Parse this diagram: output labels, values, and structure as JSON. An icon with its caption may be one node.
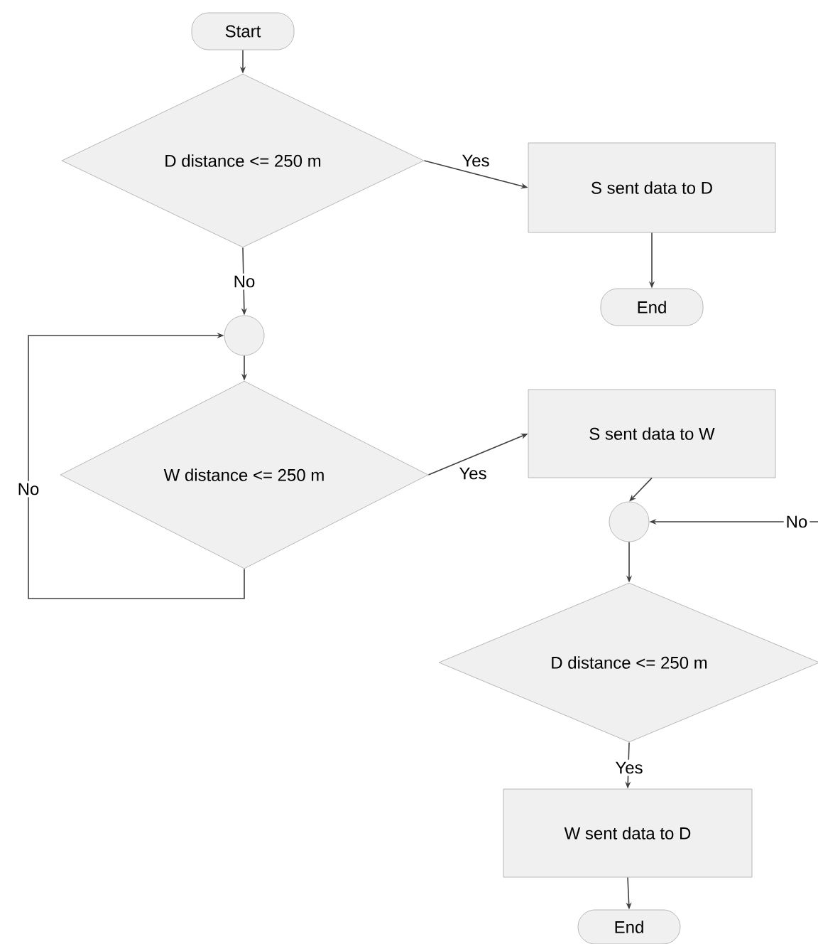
{
  "diagram": {
    "nodes": [
      {
        "text": [
          "Start"
        ]
      },
      {
        "text": [
          "D distance <= 250 m"
        ]
      },
      {
        "text": [
          "S sent data to D"
        ]
      },
      {
        "text": [
          "End"
        ]
      },
      {
        "text": [],
        "shape": "circle"
      },
      {
        "text": [
          "W distance <= 250 m"
        ]
      },
      {
        "text": [
          "S sent data to W"
        ]
      },
      {
        "text": [],
        "shape": "circle"
      },
      {
        "text": [
          "D distance <= 250 m"
        ]
      },
      {
        "text": [
          "W sent data to D"
        ]
      },
      {
        "text": [
          "End"
        ]
      }
    ],
    "edges": [
      {
        "from": 0,
        "to": 1,
        "arrow": "to"
      },
      {
        "from": 1,
        "to": 2,
        "arrow": "to",
        "label": "Yes"
      },
      {
        "from": 2,
        "to": 3,
        "arrow": "to"
      },
      {
        "from": 1,
        "to": 4,
        "arrow": "to",
        "label": "No"
      },
      {
        "from": 4,
        "to": 5,
        "arrow": "to"
      },
      {
        "from": 5,
        "to": 4,
        "arrow": "to",
        "label": "No"
      },
      {
        "from": 5,
        "to": 6,
        "arrow": "to",
        "label": "Yes"
      },
      {
        "from": 6,
        "to": 7,
        "arrow": "to"
      },
      {
        "from": 7,
        "to": 8,
        "arrow": "to"
      },
      {
        "from": 8,
        "to": 7,
        "arrow": "to",
        "label": "No"
      },
      {
        "from": 8,
        "to": 9,
        "arrow": "to",
        "label": "Yes"
      },
      {
        "from": 9,
        "to": 10,
        "arrow": "to"
      }
    ]
  }
}
